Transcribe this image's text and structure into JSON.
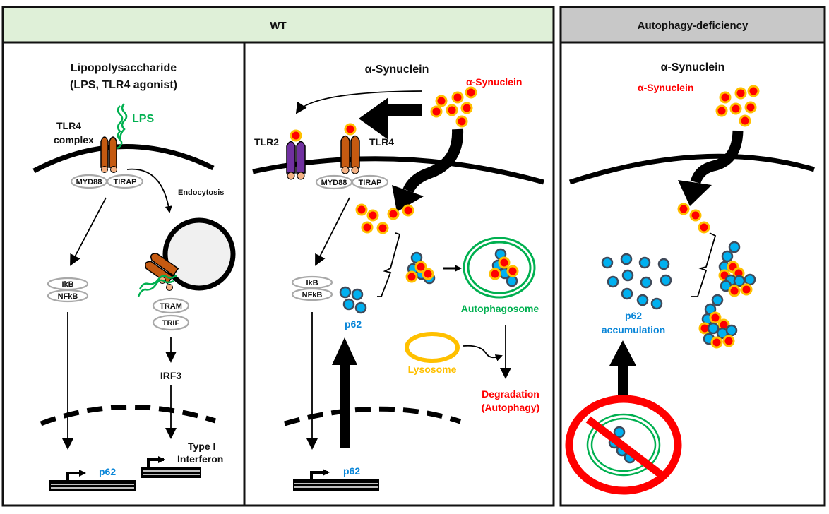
{
  "headers": {
    "wt": "WT",
    "deficiency": "Autophagy-deficiency",
    "colors": {
      "wt_bg": "#dff0d8",
      "deficiency_bg": "#c8c8c8"
    }
  },
  "panel_lps": {
    "title_line1": "Lipopolysaccharide",
    "title_line2": "(LPS, TLR4 agonist)",
    "lps_label": "LPS",
    "tlr4_line1": "TLR4",
    "tlr4_line2": "complex",
    "myd88": "MYD88",
    "tirap": "TIRAP",
    "endocytosis": "Endocytosis",
    "ikb": "IkB",
    "nfkb": "NFkB",
    "tram": "TRAM",
    "trif": "TRIF",
    "irf3": "IRF3",
    "p62_gene": "p62",
    "type1_line1": "Type I",
    "type1_line2": "Interferon"
  },
  "panel_asyn": {
    "title": "α-Synuclein",
    "asyn_red": "α-Synuclein",
    "tlr2": "TLR2",
    "tlr4": "TLR4",
    "myd88": "MYD88",
    "tirap": "TIRAP",
    "ikb": "IkB",
    "nfkb": "NFkB",
    "p62": "p62",
    "autophagosome": "Autophagosome",
    "lysosome": "Lysosome",
    "degradation_line1": "Degradation",
    "degradation_line2": "(Autophagy)",
    "p62_gene": "p62"
  },
  "panel_deficiency": {
    "title": "α-Synuclein",
    "asyn_red": "α-Synuclein",
    "p62_line1": "p62",
    "p62_line2": "accumulation"
  },
  "colors": {
    "synuclein_core": "#ff0000",
    "synuclein_ring": "#ffc000",
    "p62_fill": "#00b0f0",
    "p62_ring": "#404a5a",
    "tlr4": "#c55a11",
    "tlr2": "#7030a0",
    "adaptor_dot": "#f4b183",
    "autophagosome": "#00b050",
    "lysosome": "#ffc000",
    "prohibit": "#ff0000"
  }
}
